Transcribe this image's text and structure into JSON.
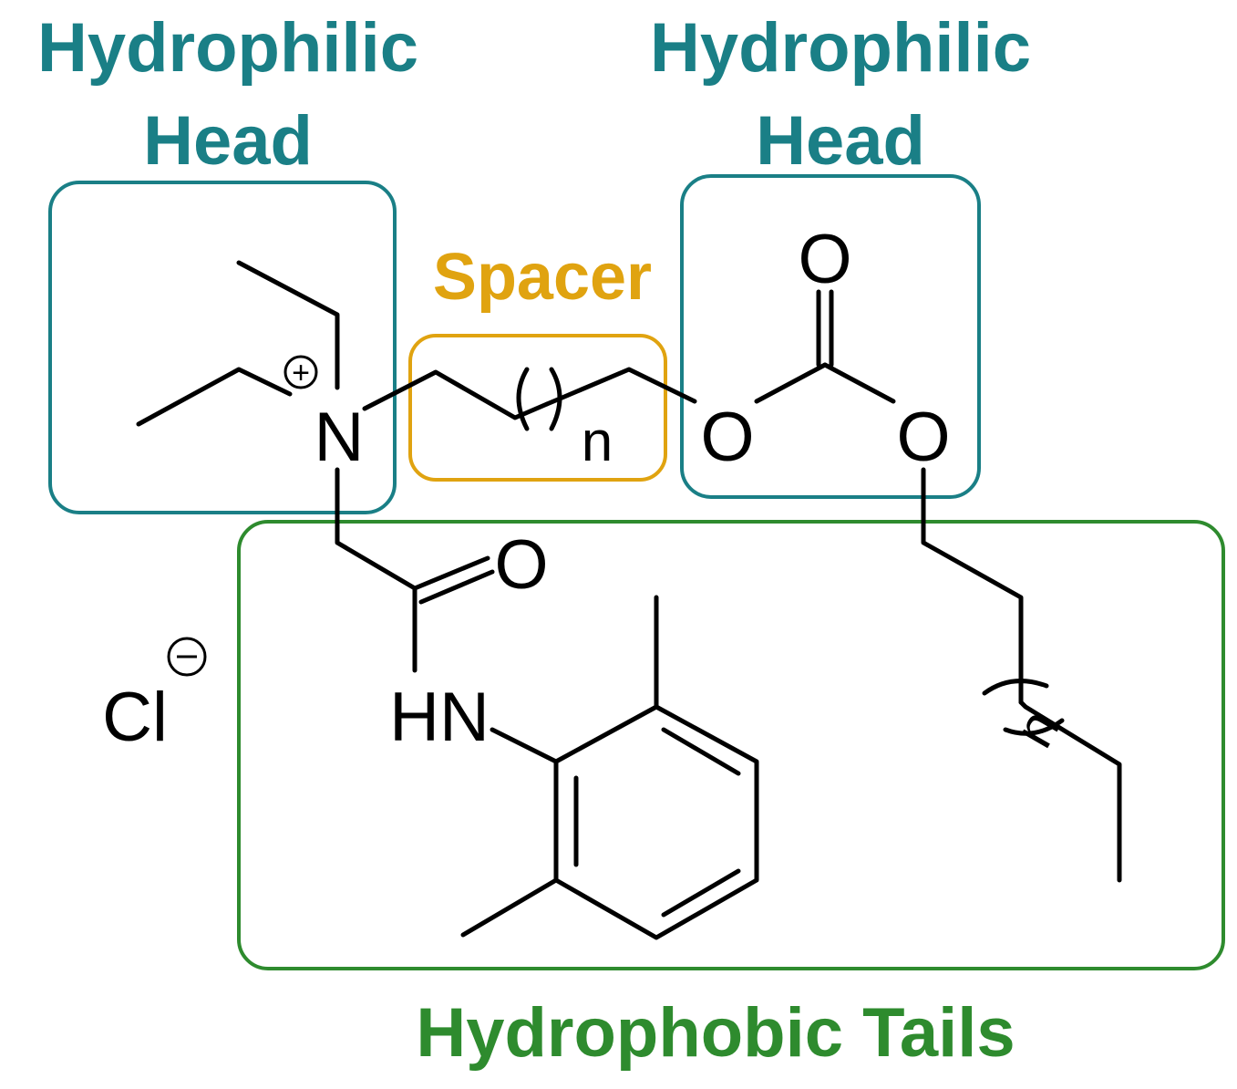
{
  "labels": {
    "head_left_line1": "Hydrophilic",
    "head_left_line2": "Head",
    "head_right_line1": "Hydrophilic",
    "head_right_line2": "Head",
    "spacer": "Spacer",
    "tails": "Hydrophobic Tails"
  },
  "atoms": {
    "nitrogen": "N",
    "plus_charge": "+",
    "repeat_n_spacer": "n",
    "ester_oxygen_left": "O",
    "ester_oxygen_right": "O",
    "carbonyl_oxygen_top": "O",
    "amide_oxygen": "O",
    "amide_nh": "HN",
    "chloride": "Cl",
    "minus_charge": "−",
    "repeat_n_tail": "n",
    "paren_open": "(",
    "paren_close": ")"
  },
  "colors": {
    "hydrophilic": "#1a7f86",
    "spacer": "#e0a310",
    "hydrophobic": "#2e8b2e",
    "bond": "#000000"
  }
}
